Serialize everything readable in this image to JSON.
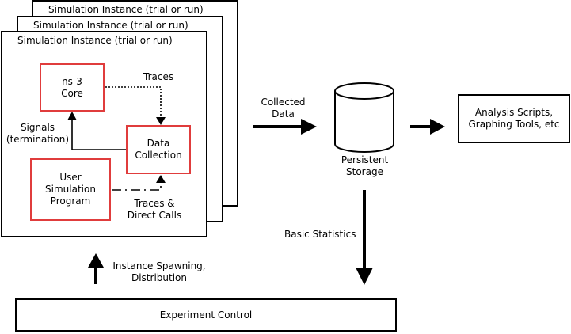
{
  "instance_boxes": {
    "back_title": "Simulation Instance (trial or run)",
    "middle_title": "Simulation Instance (trial or run)",
    "front_title": "Simulation Instance (trial or run)"
  },
  "components": {
    "ns3_core": "ns-3\nCore",
    "data_collection": "Data\nCollection",
    "user_program": "User\nSimulation\nProgram"
  },
  "labels": {
    "traces": "Traces",
    "signals": "Signals\n(termination)",
    "traces_direct_calls": "Traces &\nDirect Calls",
    "collected_data": "Collected\nData",
    "persistent_storage": "Persistent\nStorage",
    "basic_statistics": "Basic Statistics",
    "instance_spawning": "Instance Spawning,\nDistribution"
  },
  "analysis_box": "Analysis Scripts,\nGraphing Tools, etc",
  "experiment_control": "Experiment Control",
  "colors": {
    "component_border": "#e03c3c",
    "line": "#000000"
  }
}
